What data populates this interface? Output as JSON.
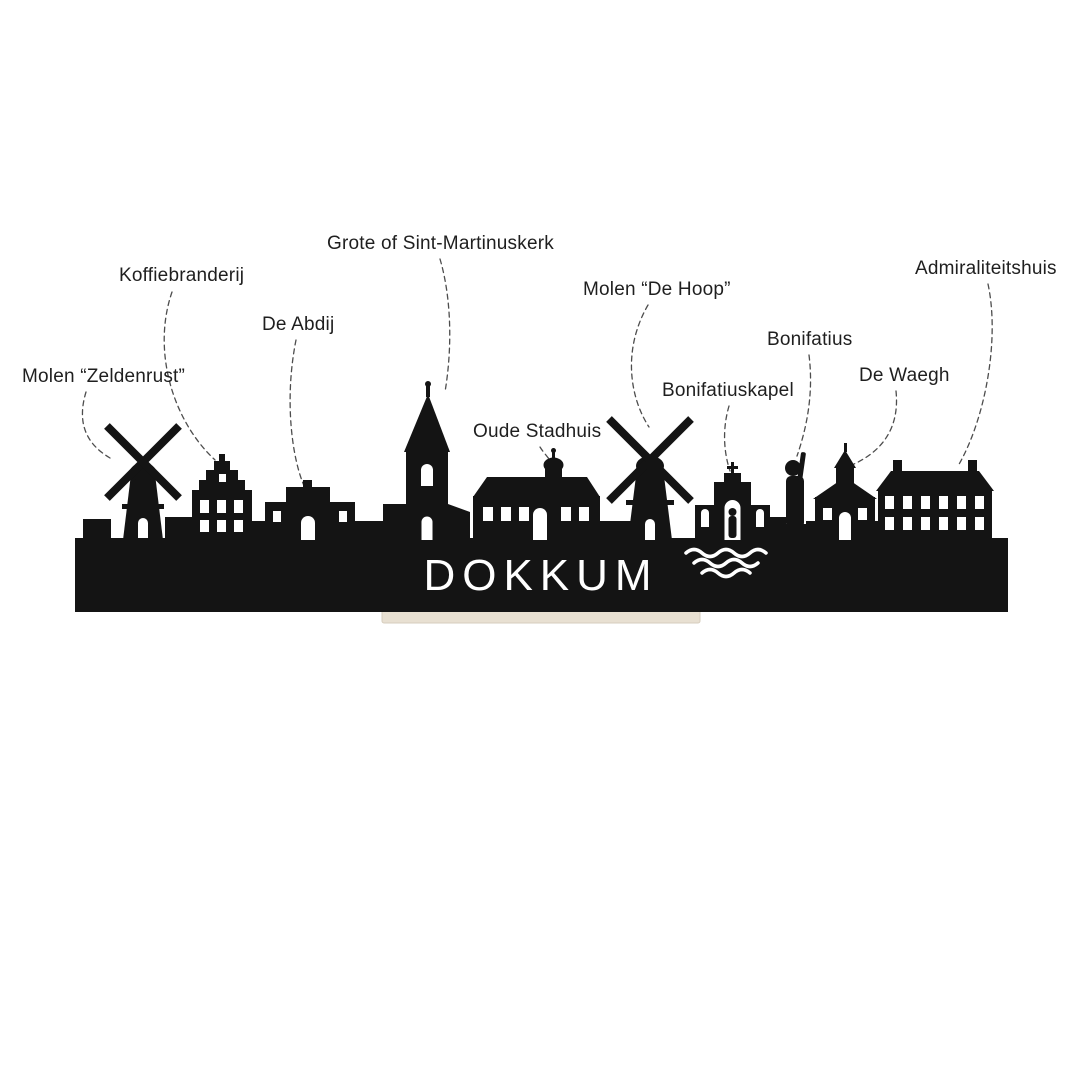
{
  "skyline": {
    "city_name": "DOKKUM",
    "silhouette_color": "#141414",
    "stand_color": "#e8e0d2"
  },
  "labels": [
    {
      "id": "molen-zeldenrust",
      "text": "Molen “Zeldenrust”"
    },
    {
      "id": "koffiebranderij",
      "text": "Koffiebranderij"
    },
    {
      "id": "de-abdij",
      "text": "De Abdij"
    },
    {
      "id": "grote-of-sint-martinuskerk",
      "text": "Grote of Sint-Martinuskerk"
    },
    {
      "id": "oude-stadhuis",
      "text": "Oude Stadhuis"
    },
    {
      "id": "molen-de-hoop",
      "text": "Molen “De Hoop”"
    },
    {
      "id": "bonifatiuskapel",
      "text": "Bonifatiuskapel"
    },
    {
      "id": "bonifatius",
      "text": "Bonifatius"
    },
    {
      "id": "de-waegh",
      "text": "De Waegh"
    },
    {
      "id": "admiraliteitshuis",
      "text": "Admiraliteitshuis"
    }
  ]
}
